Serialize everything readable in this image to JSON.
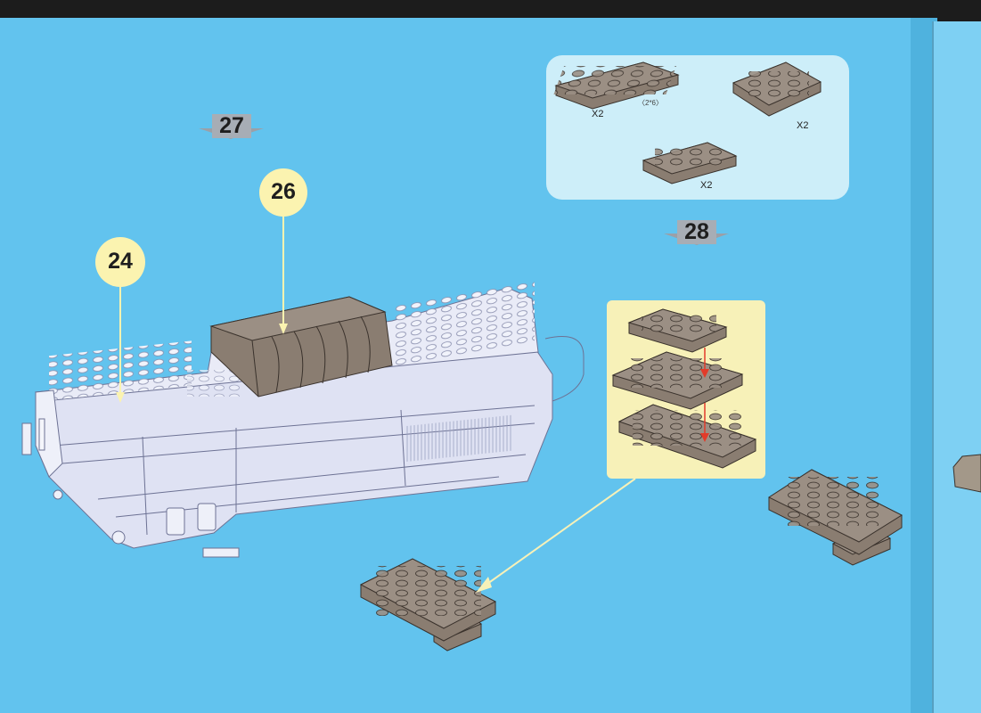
{
  "steps": {
    "step27": "27",
    "step28": "28"
  },
  "callouts": {
    "c24": "24",
    "c26": "26"
  },
  "parts_list": [
    {
      "qty": "X2",
      "size_label": "〈2*6〉"
    },
    {
      "qty": "X2"
    },
    {
      "qty": "X2"
    }
  ],
  "colors": {
    "page": "#62c3ee",
    "parts_box": "#cdeef9",
    "sub_box": "#f7f1b8",
    "callout": "#fbf3b0",
    "brick": "#8a7d71",
    "model": "#dfe2f3",
    "arrow_red": "#e23b2a"
  }
}
